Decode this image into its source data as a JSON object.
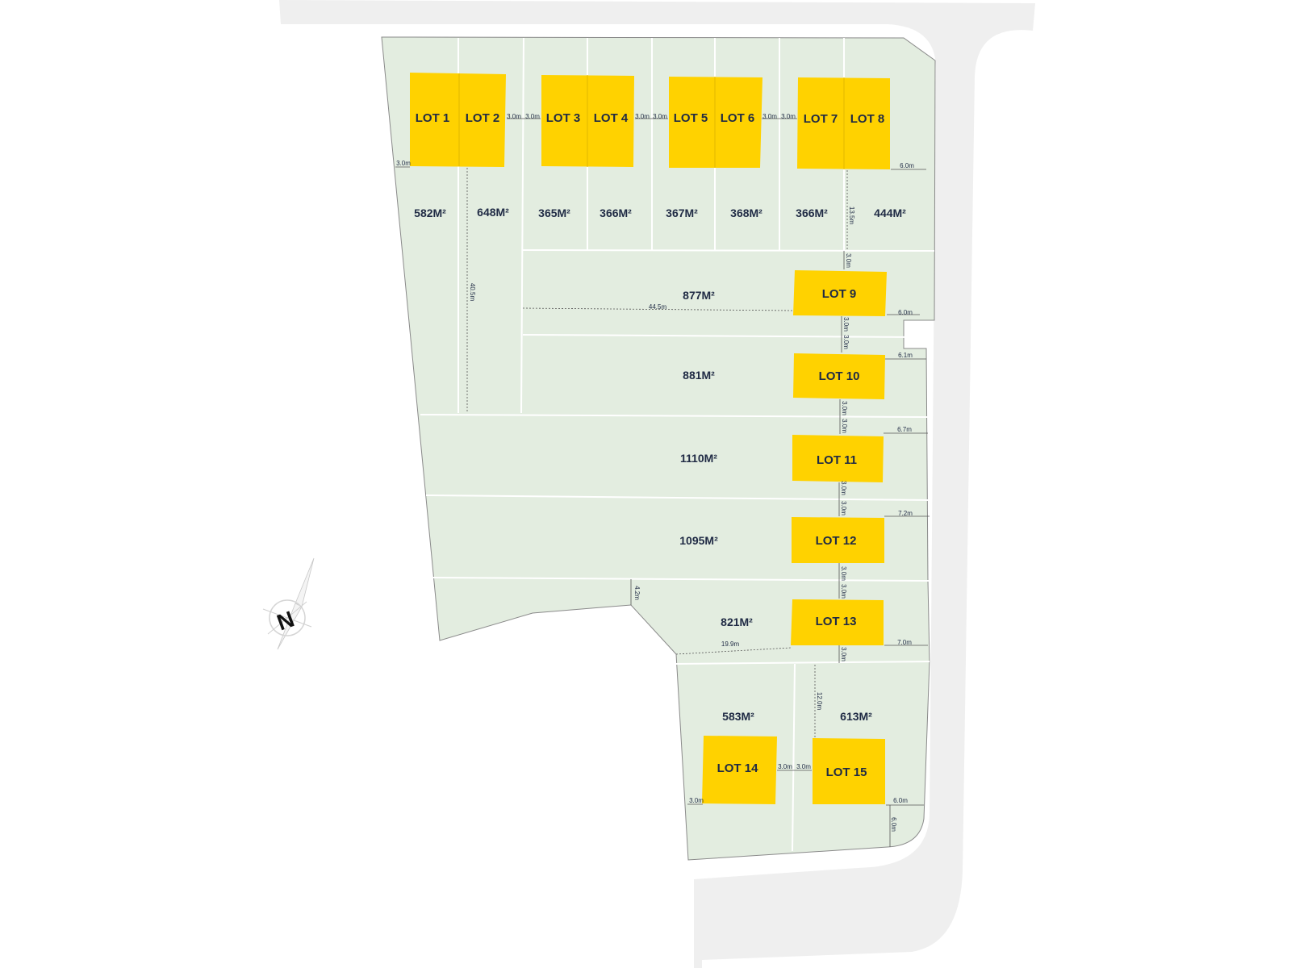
{
  "colors": {
    "road": "#efefef",
    "parcel": "#e3ede0",
    "parcel_edge": "#8a8a8a",
    "house": "#ffd200",
    "text": "#1f2a44"
  },
  "compass_label": "N",
  "lots": [
    {
      "id": "lot-1",
      "label": "LOT 1"
    },
    {
      "id": "lot-2",
      "label": "LOT 2"
    },
    {
      "id": "lot-3",
      "label": "LOT 3"
    },
    {
      "id": "lot-4",
      "label": "LOT 4"
    },
    {
      "id": "lot-5",
      "label": "LOT 5"
    },
    {
      "id": "lot-6",
      "label": "LOT 6"
    },
    {
      "id": "lot-7",
      "label": "LOT 7"
    },
    {
      "id": "lot-8",
      "label": "LOT 8"
    },
    {
      "id": "lot-9",
      "label": "LOT 9"
    },
    {
      "id": "lot-10",
      "label": "LOT 10"
    },
    {
      "id": "lot-11",
      "label": "LOT 11"
    },
    {
      "id": "lot-12",
      "label": "LOT 12"
    },
    {
      "id": "lot-13",
      "label": "LOT 13"
    },
    {
      "id": "lot-14",
      "label": "LOT 14"
    },
    {
      "id": "lot-15",
      "label": "LOT 15"
    }
  ],
  "areas": [
    "582M²",
    "648M²",
    "365M²",
    "366M²",
    "367M²",
    "368M²",
    "366M²",
    "444M²",
    "877M²",
    "881M²",
    "1110M²",
    "1095M²",
    "821M²",
    "583M²",
    "613M²"
  ],
  "dimensions": [
    "3.0m",
    "3.0m",
    "3.0m",
    "3.0m",
    "3.0m",
    "3.0m",
    "3.0m",
    "3.0m",
    "6.0m",
    "13.5m",
    "40.5m",
    "3.0m",
    "44.5m",
    "6.0m",
    "3.0m",
    "3.0m",
    "6.1m",
    "3.0m",
    "3.0m",
    "6.7m",
    "3.0m",
    "3.0m",
    "7.2m",
    "3.0m",
    "3.0m",
    "4.2m",
    "19.9m",
    "7.0m",
    "3.0m",
    "12.0m",
    "3.0m",
    "3.0m",
    "3.0m",
    "6.0m",
    "6.0m"
  ]
}
